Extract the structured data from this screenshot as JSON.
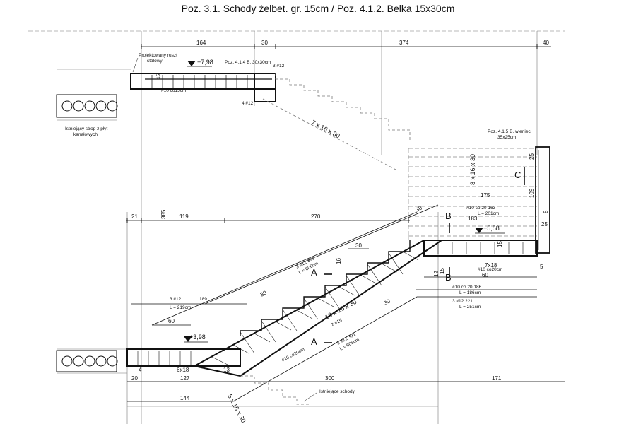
{
  "title": "Poz. 3.1. Schody żelbet. gr. 15cm / Poz. 4.1.2. Belka 15x30cm",
  "dimensions": {
    "top": [
      "164",
      "30",
      "374",
      "40"
    ],
    "mid": [
      "21",
      "119",
      "270"
    ],
    "left_vertical": "385",
    "bottom": [
      "20",
      "127",
      "300",
      "171"
    ],
    "bottom_small": [
      "4",
      "6x18",
      "13"
    ],
    "side": [
      "25",
      "109",
      "8",
      "25",
      "15",
      "15",
      "12",
      "5"
    ]
  },
  "levels": {
    "top": "+7,98",
    "middle": "+5,58",
    "bottom": "+3,98"
  },
  "notes": {
    "ruszt": [
      "Projektowany ruszt",
      "stalowy"
    ],
    "strop": [
      "Istniejący strop z płyt",
      "kanałowych"
    ],
    "istniejace_schody": "Istniejące schody",
    "beam_top": "Poz. 4.1.4 B. 30x30cm",
    "wieniec": [
      "Poz. 4.1.5 B. wieniec",
      "35x25cm"
    ]
  },
  "steps": {
    "upper": "7 x 16 x 30",
    "right": "8 x 16 x 30",
    "main": "10 x 16 x 30",
    "bottom": "5 x 16 x 30",
    "tread": "30",
    "riser": "16",
    "tread_beam": "7x18",
    "riser_beam": "60"
  },
  "rebar": {
    "r1_top": "3 #12",
    "r1_top_len": "L = 219cm",
    "r1_num": "189",
    "r2_top": "3 #12  391",
    "r2_len": "L = 606cm",
    "r3_top": "#10 co 20  163",
    "r3_len": "L = 201cm",
    "r4_top": "#10 co 20  186",
    "r4_len": "L = 186cm",
    "r5_top": "3 #12  221",
    "r5_len": "L = 251cm",
    "r6_top": "3 #12  391",
    "r6_len": "L = 606cm",
    "stirrups_top": "#10 co15cm",
    "stirrups_beam": "#10 co20cm",
    "stirrups_mid": "#10 co20cm",
    "bars_top": "3 #12",
    "bars_bottom": "4 #12",
    "main_label": "2 #15"
  },
  "sections": {
    "a": "A",
    "b": "B",
    "c": "C"
  },
  "misc": {
    "d30": "30",
    "d60": "60",
    "d30b": "30",
    "d175": "175",
    "d183": "183",
    "d144": "144",
    "d15": "15"
  }
}
